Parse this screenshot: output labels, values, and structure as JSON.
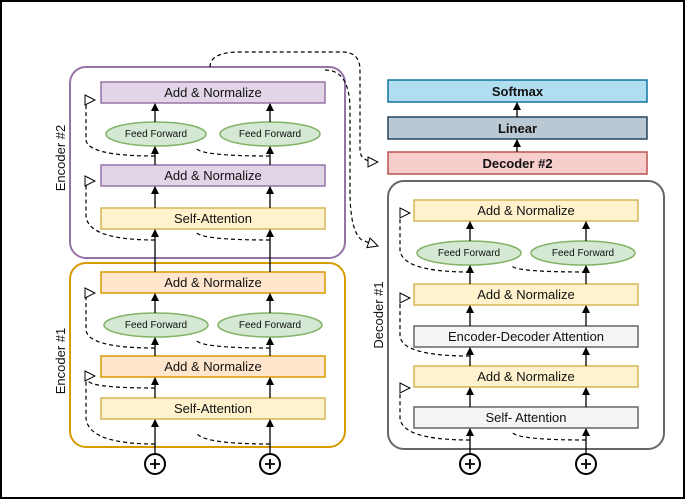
{
  "encoder2": {
    "title": "Encoder #2",
    "add_norm_top": "Add & Normalize",
    "ff_left": "Feed Forward",
    "ff_right": "Feed Forward",
    "add_norm_bottom": "Add & Normalize",
    "self_attention": "Self-Attention"
  },
  "encoder1": {
    "title": "Encoder #1",
    "add_norm_top": "Add & Normalize",
    "ff_left": "Feed Forward",
    "ff_right": "Feed Forward",
    "add_norm_bottom": "Add & Normalize",
    "self_attention": "Self-Attention"
  },
  "decoder1": {
    "title": "Decoder #1",
    "add_norm_top": "Add & Normalize",
    "ff_left": "Feed Forward",
    "ff_right": "Feed Forward",
    "add_norm_middle": "Add & Normalize",
    "enc_dec_attention": "Encoder-Decoder Attention",
    "add_norm_bottom": "Add & Normalize",
    "self_attention": "Self- Attention"
  },
  "top_stack": {
    "softmax": "Softmax",
    "linear": "Linear",
    "decoder2": "Decoder #2"
  },
  "inputs": {
    "symbol": "+"
  },
  "colors": {
    "encoder2_border": "#9673a6",
    "encoder2_block": "#e1d5e7",
    "encoder1_border": "#d79b00",
    "encoder1_block": "#ffe6cc",
    "decoder_border": "#666666",
    "yellow_fill": "#fff2cc",
    "yellow_border": "#d6b656",
    "gray_fill": "#f5f5f5",
    "ff_fill": "#d5e8d4",
    "ff_border": "#82b366",
    "softmax_fill": "#b1ddf0",
    "softmax_border": "#10739e",
    "linear_fill": "#bac8d3",
    "linear_border": "#23445d",
    "decoder2_fill": "#f8cecc",
    "decoder2_border": "#b85450"
  }
}
